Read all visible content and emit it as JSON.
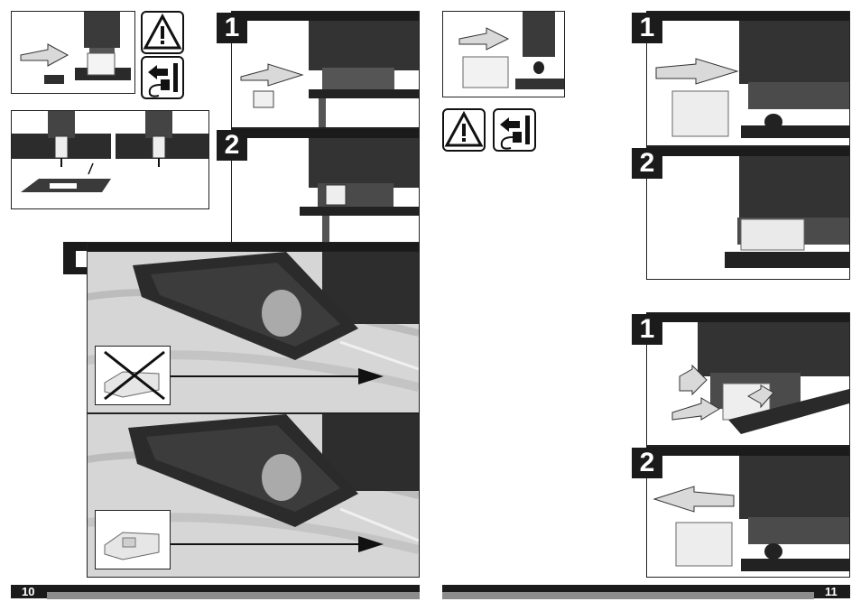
{
  "left_page": {
    "page_number": "10",
    "steps": [
      {
        "number": "1"
      },
      {
        "number": "2"
      }
    ]
  },
  "right_page": {
    "page_number": "11",
    "steps_top": [
      {
        "number": "1"
      },
      {
        "number": "2"
      }
    ],
    "steps_bottom": [
      {
        "number": "1"
      },
      {
        "number": "2"
      }
    ]
  },
  "icons": {
    "warning": "warning-triangle-icon",
    "unplug": "unplug-icon",
    "note": "pointing-hand-icon"
  },
  "colors": {
    "dark": "#1b1b1b",
    "grey_bar": "#8c8c8c",
    "tool_dark": "#3a3a3a",
    "wood": "#d6d6d6",
    "arrow_fill": "#d9d9d9"
  }
}
